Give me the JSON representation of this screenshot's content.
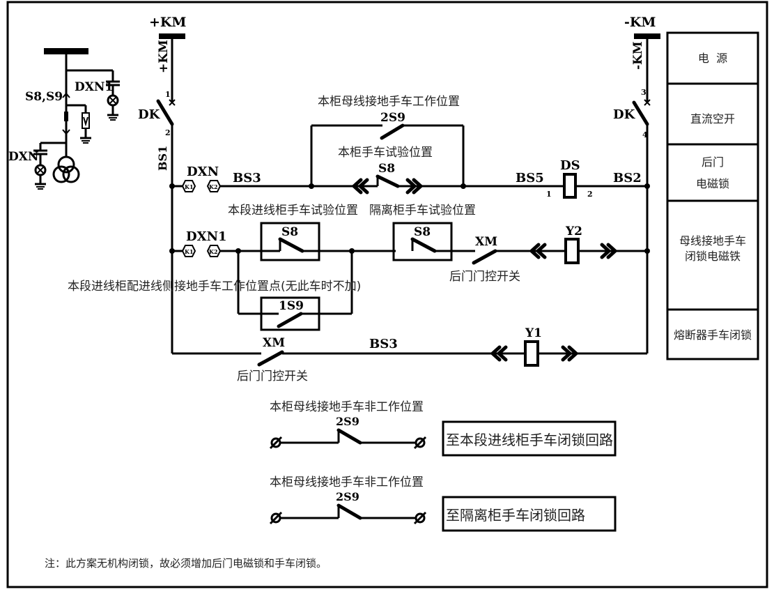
{
  "diagram": {
    "bus": {
      "positive": "+KM",
      "positive_vertical": "+KM",
      "negative": "-KM",
      "negative_vertical": "-KM"
    },
    "breaker": {
      "left": "DK",
      "right": "DK",
      "terminals_left": [
        "1",
        "2"
      ],
      "terminals_right": [
        "3",
        "4"
      ]
    },
    "single_line": {
      "switch_label": "S8,S9",
      "indicator_top": "DXN1",
      "indicator_bottom": "DXN"
    },
    "wire_labels": {
      "bs1": "BS1",
      "bs3_top": "BS3",
      "bs5": "BS5",
      "bs2": "BS2",
      "bs3_bottom": "BS3"
    },
    "indicators": {
      "dxn": {
        "label": "DXN",
        "terminals": [
          "K1",
          "K2"
        ]
      },
      "dxn1": {
        "label": "DXN1",
        "terminals": [
          "K1",
          "K2"
        ]
      }
    },
    "branch1": {
      "parallel_caption": "本柜母线接地手车工作位置",
      "parallel_contact": "2S9",
      "series_caption": "本柜手车试验位置",
      "series_contact": "S8",
      "lock_label": "DS",
      "lock_terminals": [
        "1",
        "2"
      ]
    },
    "branch2": {
      "caption_left": "本段进线柜手车试验位置",
      "caption_right": "隔离柜手车试验位置",
      "contact_left": "S8",
      "contact_right": "S8",
      "bypass_caption": "本段进线柜配进线侧接地手车工作位置点(无此车时不加)",
      "bypass_contact": "1S9",
      "door_switch": "XM",
      "door_switch_caption": "后门门控开关",
      "coil": "Y2"
    },
    "branch3": {
      "door_switch": "XM",
      "door_switch_caption": "后门门控开关",
      "wire": "BS3",
      "coil": "Y1"
    },
    "aux_contacts": [
      {
        "caption": "本柜母线接地手车非工作位置",
        "contact": "2S9",
        "destination": "至本段进线柜手车闭锁回路"
      },
      {
        "caption": "本柜母线接地手车非工作位置",
        "contact": "2S9",
        "destination": "至隔离柜手车闭锁回路"
      }
    ],
    "legend_table": [
      {
        "lines": [
          "电  源"
        ]
      },
      {
        "lines": [
          "直流空开"
        ]
      },
      {
        "lines": [
          "后门",
          "电磁锁"
        ]
      },
      {
        "lines": [
          "母线接地手车",
          "闭锁电磁铁"
        ]
      },
      {
        "lines": [
          "熔断器手车闭锁"
        ]
      }
    ],
    "note": "注：此方案无机构闭锁，故必须增加后门电磁锁和手车闭锁。"
  }
}
